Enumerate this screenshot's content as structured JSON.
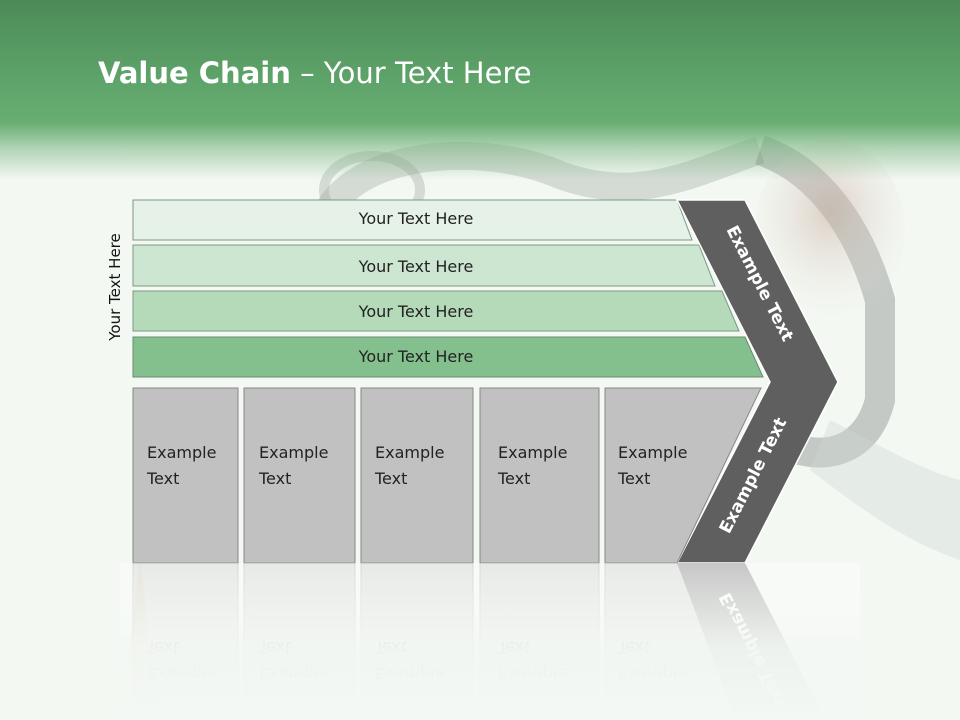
{
  "title": {
    "bold": "Value Chain",
    "rest": " – Your Text Here"
  },
  "side_label": "Your Text Here",
  "bars": [
    {
      "label": "Your Text Here"
    },
    {
      "label": "Your Text Here"
    },
    {
      "label": "Your Text Here"
    },
    {
      "label": "Your Text Here"
    }
  ],
  "boxes": [
    {
      "line1": "Example",
      "line2": "Text"
    },
    {
      "line1": "Example",
      "line2": "Text"
    },
    {
      "line1": "Example",
      "line2": "Text"
    },
    {
      "line1": "Example",
      "line2": "Text"
    },
    {
      "line1": "Example",
      "line2": "Text"
    }
  ],
  "chevron": {
    "upper": "Example Text",
    "lower": "Example Text"
  },
  "colors": {
    "header": "#5fa56b",
    "bar1": "#e6f2e8",
    "bar2": "#cde6d1",
    "bar3": "#b4dab9",
    "bar4": "#84c08e",
    "box": "#c1c1c1",
    "chevron": "#5f5f5f"
  }
}
